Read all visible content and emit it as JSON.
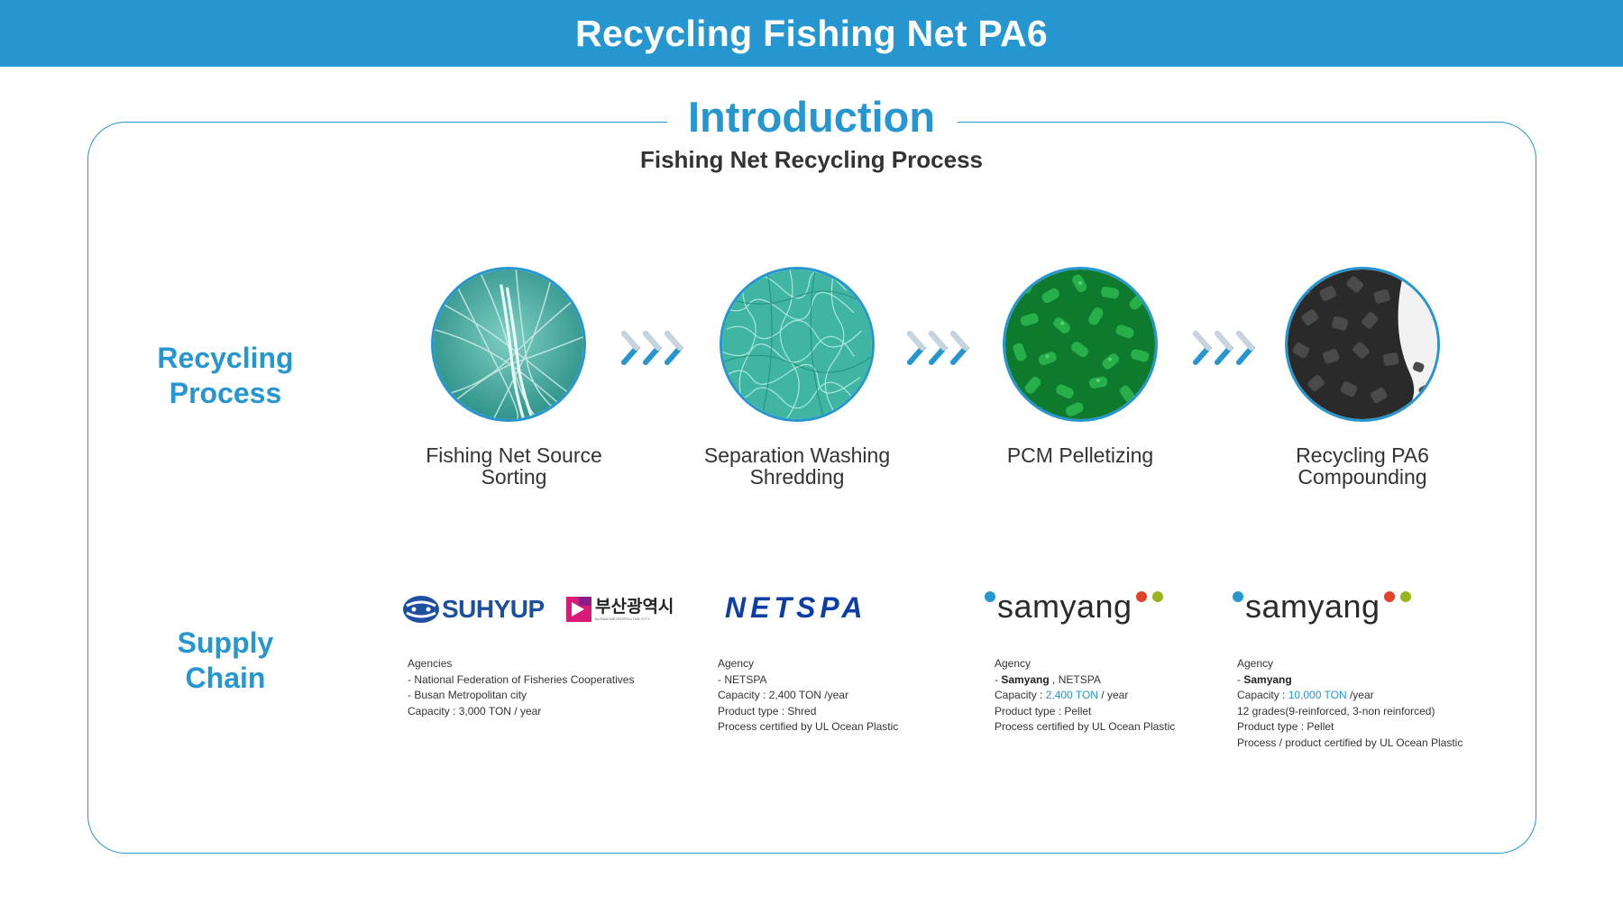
{
  "header": {
    "title": "Recycling Fishing Net PA6"
  },
  "section": {
    "title": "Introduction",
    "subtitle": "Fishing Net Recycling Process"
  },
  "rows": {
    "process_label": "Recycling\nProcess",
    "supply_label": "Supply\nChain"
  },
  "steps": [
    {
      "label": "Fishing Net Source\nSorting",
      "image": "fishing-net-photo"
    },
    {
      "label": "Separation Washing\nShredding",
      "image": "shredded-net-photo"
    },
    {
      "label": "PCM Pelletizing",
      "image": "green-pellets-photo"
    },
    {
      "label": "Recycling PA6\nCompounding",
      "image": "black-pellets-photo"
    }
  ],
  "logos": {
    "suhyup": "SUHYUP",
    "busan_kor": "부산광역시",
    "busan_eng": "BUSAN METROPOLITAN CITY",
    "netspa": "NETSPA",
    "samyang": "samyang"
  },
  "colors": {
    "accent": "#2596cf",
    "suhyup_blue": "#1d4fa0",
    "netspa_blue": "#0c3fa5",
    "busan_magenta": "#d91a78",
    "samyang_blue": "#2596cf",
    "samyang_red": "#e2422a",
    "samyang_green": "#9ab51c"
  },
  "supply": [
    {
      "lines": [
        "Agencies",
        " - National Federation of Fisheries Cooperatives",
        " - Busan Metropolitan city",
        "Capacity : 3,000 TON / year"
      ]
    },
    {
      "lines": [
        "Agency",
        " - NETSPA",
        "Capacity : 2,400 TON /year",
        "Product type : Shred",
        "Process certified by UL Ocean Plastic"
      ]
    },
    {
      "agency_label": "Agency",
      "agency_prefix": " - ",
      "agency_bold": "Samyang",
      "agency_rest": " , NETSPA",
      "capacity_prefix": "Capacity : ",
      "capacity_value": "2,400 TON",
      "capacity_suffix": " / year",
      "lines": [
        "Product type : Pellet",
        "Process certified by UL Ocean Plastic"
      ]
    },
    {
      "agency_label": "Agency",
      "agency_prefix": " - ",
      "agency_bold": "Samyang",
      "capacity_prefix": "Capacity : ",
      "capacity_value": "10,000 TON",
      "capacity_suffix": " /year",
      "lines": [
        "12 grades(9-reinforced, 3-non reinforced)",
        "Product type : Pellet",
        "Process / product certified by UL Ocean Plastic"
      ]
    }
  ]
}
